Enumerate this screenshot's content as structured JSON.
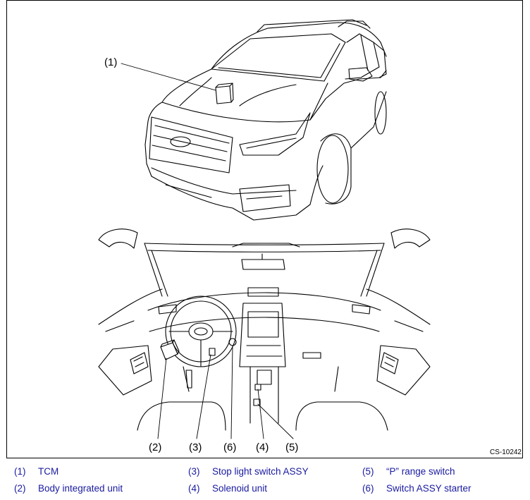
{
  "figure_code": "CS-10242",
  "callouts": [
    "(1)",
    "(2)",
    "(3)",
    "(6)",
    "(4)",
    "(5)"
  ],
  "legend": [
    {
      "num": "(1)",
      "label": "TCM"
    },
    {
      "num": "(2)",
      "label": "Body integrated unit"
    },
    {
      "num": "(3)",
      "label": "Stop light switch ASSY"
    },
    {
      "num": "(4)",
      "label": "Solenoid unit"
    },
    {
      "num": "(5)",
      "label": "“P” range switch"
    },
    {
      "num": "(6)",
      "label": "Switch ASSY starter"
    }
  ]
}
